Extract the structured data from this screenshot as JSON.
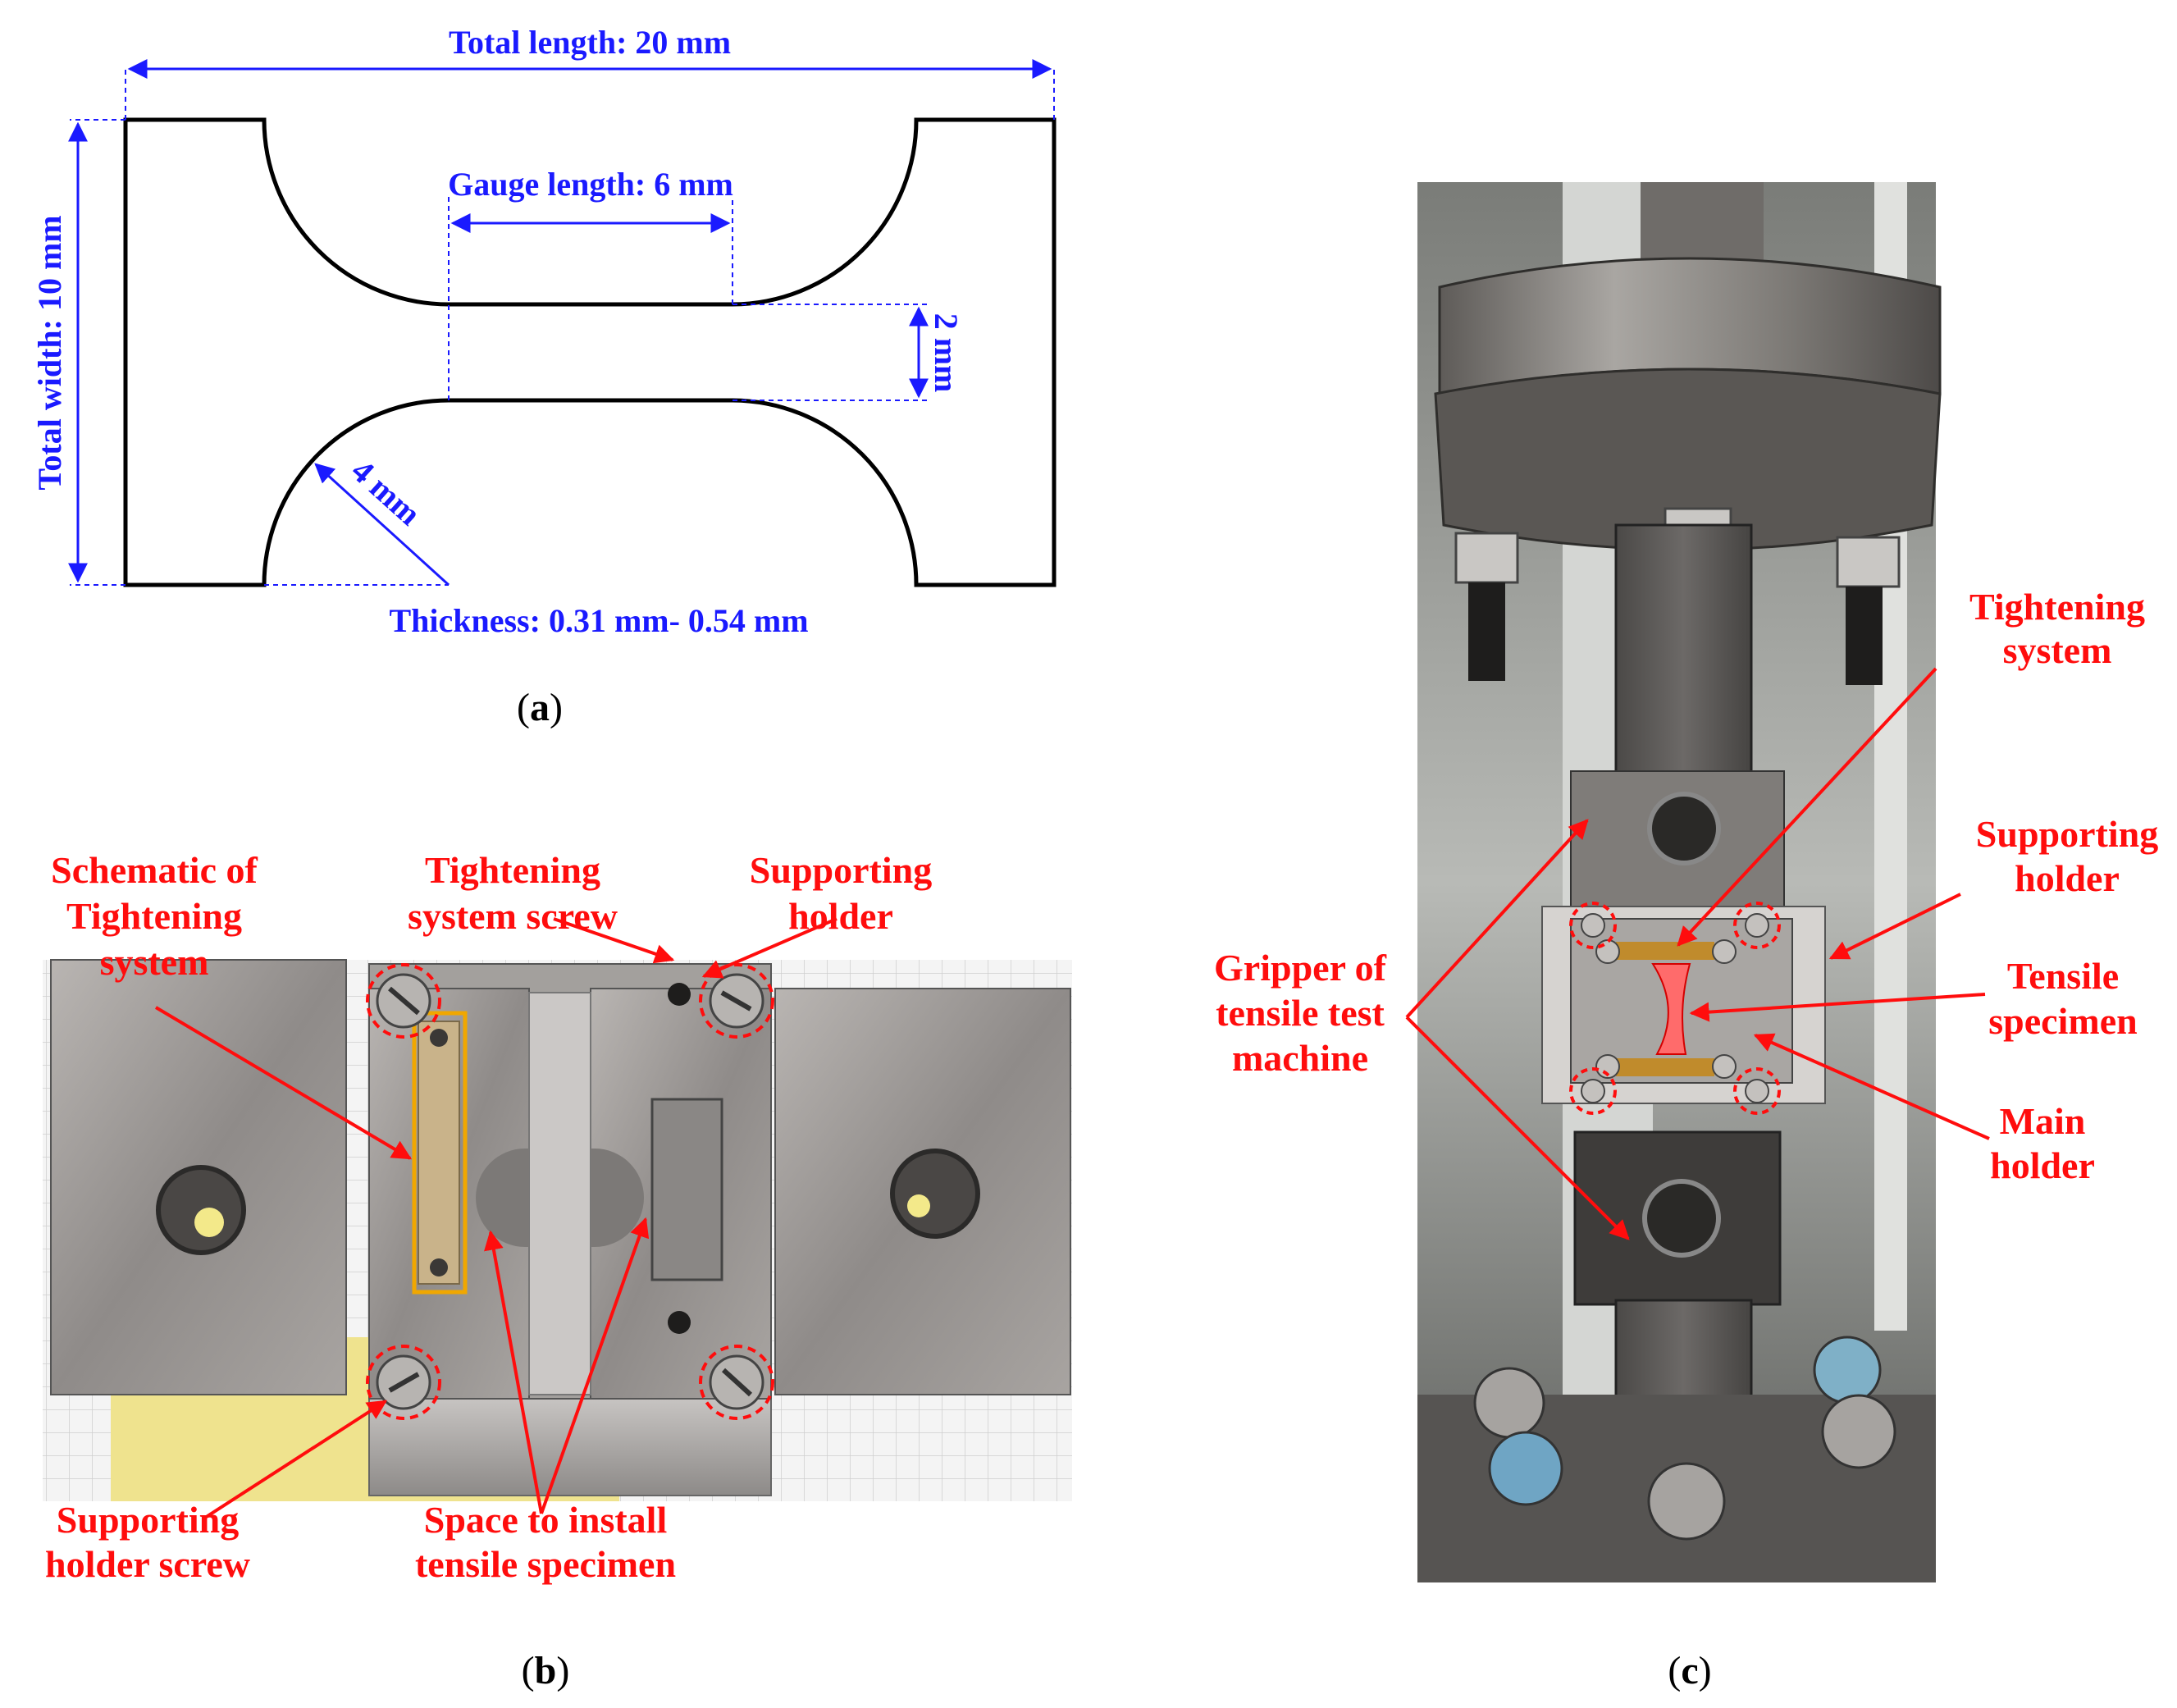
{
  "panel_a": {
    "caption_letter": "a",
    "total_length": "Total length: 20 mm",
    "total_width": "Total width: 10 mm",
    "gauge_length": "Gauge length: 6 mm",
    "gauge_width": "2 mm",
    "radius": "4 mm",
    "thickness": "Thickness: 0.31 mm- 0.54 mm"
  },
  "panel_b": {
    "caption_letter": "b",
    "labels": {
      "schematic_line1": "Schematic of",
      "schematic_line2": "Tightening",
      "schematic_line3": "system",
      "tight_screw_line1": "Tightening",
      "tight_screw_line2": "system screw",
      "support_line1": "Supporting",
      "support_line2": "holder",
      "support_screw_line1": "Supporting",
      "support_screw_line2": "holder screw",
      "space_line1": "Space to install",
      "space_line2": "tensile specimen"
    }
  },
  "panel_c": {
    "caption_letter": "c",
    "labels": {
      "tight_line1": "Tightening",
      "tight_line2": "system",
      "support_line1": "Supporting",
      "support_line2": "holder",
      "tensile_line1": "Tensile",
      "tensile_line2": "specimen",
      "main_line1": "Main",
      "main_line2": "holder",
      "gripper_line1": "Gripper of",
      "gripper_line2": "tensile test",
      "gripper_line3": "machine"
    }
  },
  "colors": {
    "dimension_blue": "#1a1aff",
    "annotation_red": "#ff0d0d",
    "outline_black": "#000000"
  }
}
